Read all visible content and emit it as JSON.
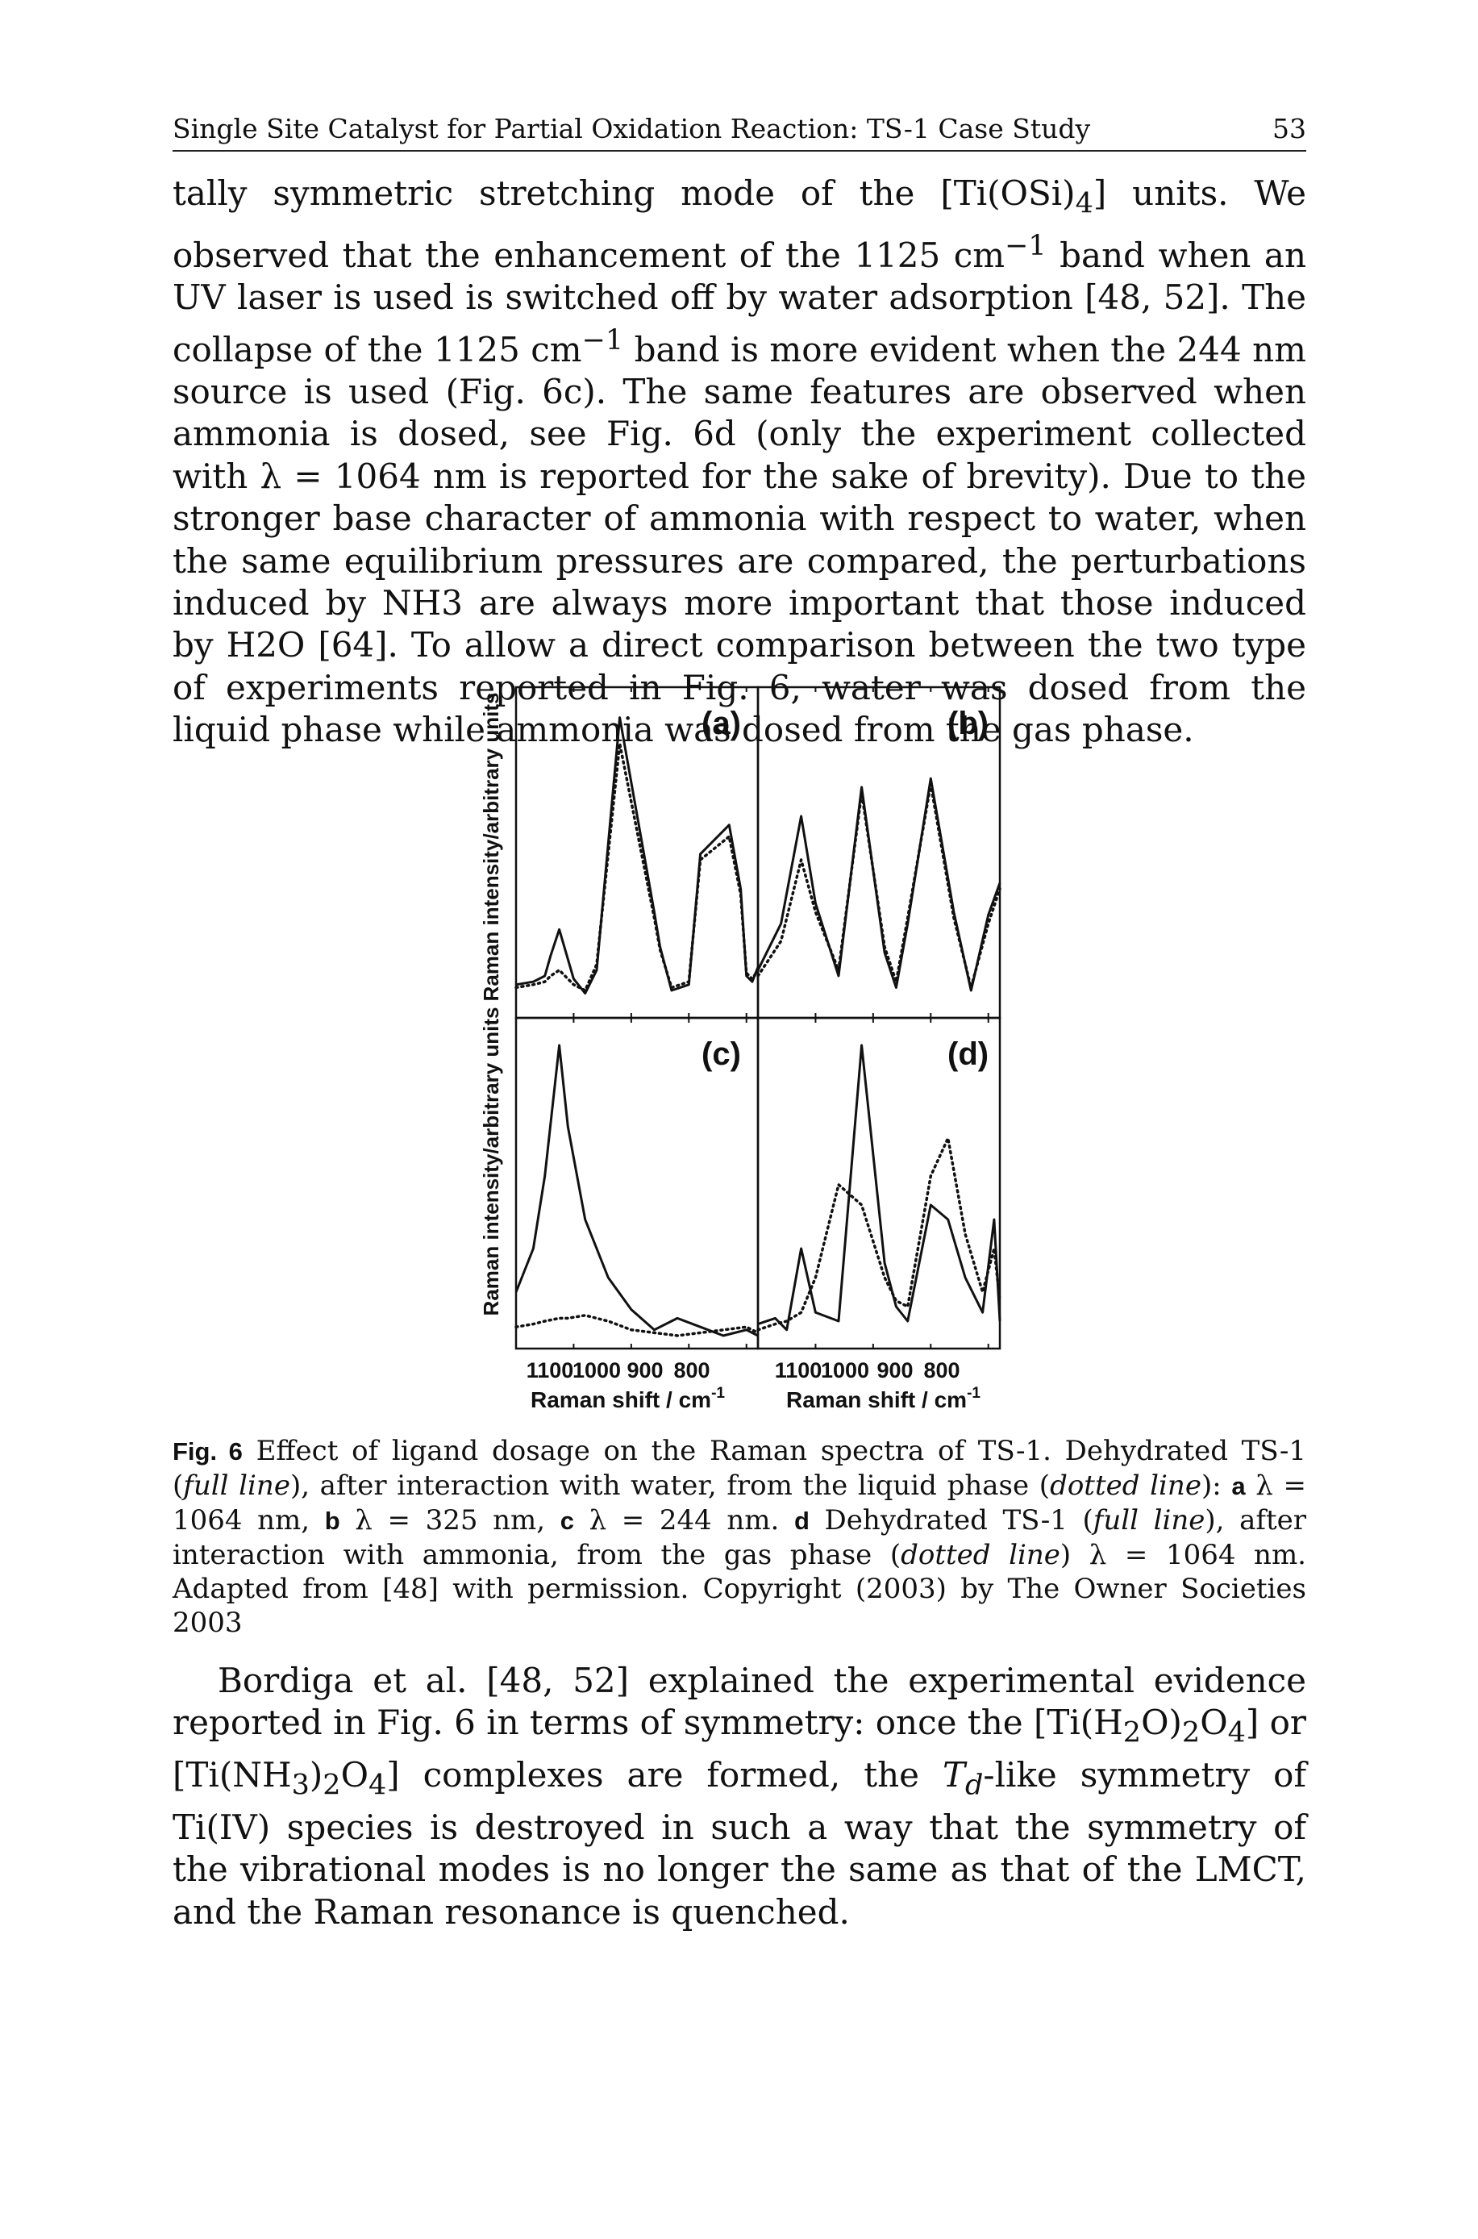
{
  "running_head": {
    "title": "Single Site Catalyst for Partial Oxidation Reaction: TS-1 Case Study",
    "page_number": "53"
  },
  "paragraph1": {
    "s1": "tally symmetric stretching mode of the [Ti(OSi)",
    "s1_sub": "4",
    "s2": "] units. We observed that the enhancement of the 1125 cm",
    "s2_sup": "−1",
    "s3": " band when an UV laser is used is switched off by water adsorption [48, 52]. The collapse of the 1125 cm",
    "s3_sup": "−1",
    "s4": " band is more evident when the 244 nm source is used (Fig. 6c). The same features are observed when ammonia is dosed, see Fig. 6d (only the experiment collected with λ = 1064 nm is reported for the sake of brevity). Due to the stronger base character of ammonia with respect to water, when the same equilibrium pressures are compared, the perturbations induced by NH3 are always more important that those induced by H2O [64]. To allow a direct comparison between the two type of experiments reported in Fig. 6, water was dosed from the liquid phase while ammonia was dosed from the gas phase."
  },
  "figure": {
    "chart_data": [
      {
        "type": "line",
        "panel": "(a)",
        "x_direction": "decreasing",
        "series_styles": [
          "full line",
          "dotted line"
        ],
        "series": [
          {
            "x": [
              1200,
              1170,
              1150,
              1140,
              1125,
              1100,
              1080,
              1060,
              1020,
              960,
              950,
              930,
              900,
              880,
              830,
              810,
              800,
              790,
              780
            ],
            "values": [
              0.07,
              0.08,
              0.1,
              0.17,
              0.26,
              0.09,
              0.04,
              0.12,
              0.99,
              0.32,
              0.2,
              0.05,
              0.07,
              0.52,
              0.62,
              0.4,
              0.1,
              0.08,
              0.13
            ]
          },
          {
            "x": [
              1200,
              1170,
              1150,
              1140,
              1125,
              1100,
              1080,
              1060,
              1020,
              960,
              950,
              930,
              900,
              880,
              830,
              810,
              800,
              790,
              780
            ],
            "values": [
              0.06,
              0.07,
              0.08,
              0.1,
              0.12,
              0.07,
              0.05,
              0.14,
              0.9,
              0.3,
              0.19,
              0.06,
              0.08,
              0.5,
              0.58,
              0.38,
              0.11,
              0.09,
              0.12
            ]
          }
        ]
      },
      {
        "type": "line",
        "panel": "(b)",
        "x_direction": "decreasing",
        "series_styles": [
          "full line",
          "dotted line"
        ],
        "series": [
          {
            "x": [
              1200,
              1160,
              1125,
              1100,
              1060,
              1020,
              980,
              960,
              940,
              900,
              860,
              830,
              800,
              780
            ],
            "values": [
              0.12,
              0.28,
              0.65,
              0.35,
              0.1,
              0.75,
              0.18,
              0.06,
              0.28,
              0.78,
              0.32,
              0.05,
              0.31,
              0.42
            ]
          },
          {
            "x": [
              1200,
              1160,
              1125,
              1100,
              1060,
              1020,
              980,
              960,
              940,
              900,
              860,
              830,
              800,
              780
            ],
            "values": [
              0.1,
              0.22,
              0.5,
              0.32,
              0.12,
              0.73,
              0.2,
              0.08,
              0.3,
              0.76,
              0.3,
              0.06,
              0.28,
              0.4
            ]
          }
        ]
      },
      {
        "type": "line",
        "panel": "(c)",
        "x_direction": "decreasing",
        "series_styles": [
          "full line",
          "dotted line"
        ],
        "series": [
          {
            "x": [
              1200,
              1170,
              1150,
              1125,
              1110,
              1080,
              1040,
              1000,
              960,
              920,
              880,
              840,
              800,
              780
            ],
            "values": [
              0.15,
              0.3,
              0.55,
              1.0,
              0.72,
              0.4,
              0.2,
              0.09,
              0.02,
              0.06,
              0.03,
              0.0,
              0.02,
              0.0
            ]
          },
          {
            "x": [
              1200,
              1170,
              1150,
              1125,
              1110,
              1080,
              1040,
              1000,
              960,
              920,
              880,
              840,
              800,
              780
            ],
            "values": [
              0.03,
              0.04,
              0.05,
              0.06,
              0.06,
              0.07,
              0.05,
              0.02,
              0.01,
              0.0,
              0.01,
              0.02,
              0.03,
              0.01
            ]
          }
        ]
      },
      {
        "type": "line",
        "panel": "(d)",
        "x_direction": "decreasing",
        "series_styles": [
          "full line",
          "dotted line"
        ],
        "series": [
          {
            "x": [
              1200,
              1170,
              1150,
              1125,
              1100,
              1060,
              1020,
              980,
              960,
              940,
              900,
              870,
              840,
              810,
              790,
              780
            ],
            "values": [
              0.04,
              0.06,
              0.02,
              0.3,
              0.08,
              0.05,
              1.0,
              0.25,
              0.1,
              0.05,
              0.45,
              0.4,
              0.2,
              0.08,
              0.4,
              0.05
            ]
          },
          {
            "x": [
              1200,
              1170,
              1150,
              1125,
              1100,
              1060,
              1020,
              980,
              960,
              940,
              900,
              870,
              840,
              810,
              790,
              780
            ],
            "values": [
              0.02,
              0.04,
              0.05,
              0.08,
              0.2,
              0.52,
              0.45,
              0.2,
              0.12,
              0.1,
              0.55,
              0.68,
              0.35,
              0.15,
              0.3,
              0.12
            ]
          }
        ]
      }
    ],
    "panel_labels": [
      "(a)",
      "(b)",
      "(c)",
      "(d)"
    ],
    "ylabel_top": "Raman intensity/arbitrary units",
    "ylabel_bottom": "Raman intensity/arbitrary units",
    "xticks": [
      "1100",
      "1000",
      "900",
      "800"
    ],
    "xlabel_left": "Raman shift / cm",
    "xlabel_right": "Raman shift / cm",
    "xlabel_sup": "-1"
  },
  "caption": {
    "label": "Fig. 6",
    "t1": " Effect of ligand dosage on the Raman spectra of TS-1. Dehydrated TS-1 (",
    "i1": "full line",
    "t2": "), after interaction with water, from the liquid phase (",
    "i2": "dotted line",
    "t3": "): ",
    "pa": "a",
    "t4": " λ = 1064 nm, ",
    "pb": "b",
    "t5": " λ = 325 nm, ",
    "pc": "c",
    "t6": " λ = 244 nm. ",
    "pd": "d",
    "t7": " Dehydrated TS-1 (",
    "i3": "full line",
    "t8": "), after interaction with ammonia, from the gas phase (",
    "i4": "dotted line",
    "t9": ") λ = 1064 nm. Adapted from [48] with permission. Copyright (2003) by The Owner Societies 2003"
  },
  "paragraph2": {
    "s1": "Bordiga et al. [48, 52] explained the experimental evidence reported in Fig. 6 in terms of symmetry: once the [Ti(H",
    "sub1": "2",
    "s2": "O)",
    "sub2": "2",
    "s3": "O",
    "sub3": "4",
    "s4": "] or [Ti(NH",
    "sub4": "3",
    "s5": ")",
    "sub5": "2",
    "s6": "O",
    "sub6": "4",
    "s7": "] complexes are formed, the ",
    "td": "T",
    "td_sub": "d",
    "s8": "-like symmetry of Ti(IV) species is destroyed in such a way that the symmetry of the vibrational modes is no longer the same as that of the LMCT, and the Raman resonance is quenched."
  }
}
